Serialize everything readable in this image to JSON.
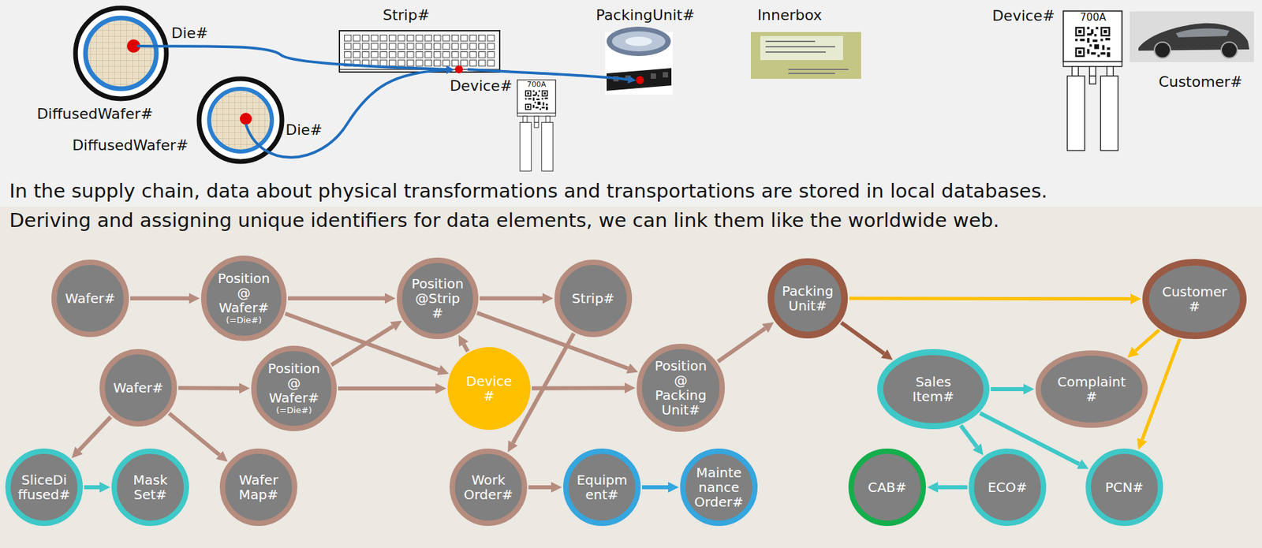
{
  "diagram": {
    "nodes": [
      {
        "text": [
          "Wafer#"
        ]
      },
      {
        "text": [
          "Position @ Wafer#",
          "(=Die#)"
        ]
      },
      {
        "text": [
          "Position @Strip #"
        ]
      },
      {
        "text": [
          "Strip#"
        ]
      },
      {
        "text": [
          "Packing Unit#"
        ]
      },
      {
        "text": [
          "Customer #"
        ]
      },
      {
        "text": [
          "Wafer#"
        ]
      },
      {
        "text": [
          "Position @ Wafer#",
          "(=Die#)"
        ]
      },
      {
        "text": [
          "Device #"
        ]
      },
      {
        "text": [
          "Position @ Packing Unit#"
        ]
      },
      {
        "text": [
          "Sales Item#"
        ]
      },
      {
        "text": [
          "Complaint #"
        ]
      },
      {
        "text": [
          "SliceDi ffused#"
        ]
      },
      {
        "text": [
          "Mask Set#"
        ]
      },
      {
        "text": [
          "Wafer Map#"
        ]
      },
      {
        "text": [
          "Work Order#"
        ]
      },
      {
        "text": [
          "Equipm ent#"
        ]
      },
      {
        "text": [
          "Mainte nance Order#"
        ]
      },
      {
        "text": [
          "CAB#"
        ]
      },
      {
        "text": [
          "ECO#"
        ]
      },
      {
        "text": [
          "PCN#"
        ]
      }
    ],
    "edges": [
      {
        "from": 0,
        "to": 1,
        "arrow": "to"
      },
      {
        "from": 1,
        "to": 2,
        "arrow": "to"
      },
      {
        "from": 1,
        "to": 8,
        "arrow": "to"
      },
      {
        "from": 2,
        "to": 3,
        "arrow": "to"
      },
      {
        "from": 2,
        "to": 9,
        "arrow": "to"
      },
      {
        "from": 6,
        "to": 7,
        "arrow": "to"
      },
      {
        "from": 6,
        "to": 12,
        "arrow": "to"
      },
      {
        "from": 6,
        "to": 14,
        "arrow": "to"
      },
      {
        "from": 7,
        "to": 2,
        "arrow": "to"
      },
      {
        "from": 7,
        "to": 8,
        "arrow": "to"
      },
      {
        "from": 8,
        "to": 2,
        "arrow": "to"
      },
      {
        "from": 8,
        "to": 9,
        "arrow": "to"
      },
      {
        "from": 3,
        "to": 15,
        "arrow": "to"
      },
      {
        "from": 9,
        "to": 4,
        "arrow": "to"
      },
      {
        "from": 15,
        "to": 16,
        "arrow": "to"
      },
      {
        "from": 16,
        "to": 17,
        "arrow": "to"
      },
      {
        "from": 12,
        "to": 13,
        "arrow": "to"
      },
      {
        "from": 4,
        "to": 5,
        "arrow": "to"
      },
      {
        "from": 4,
        "to": 10,
        "arrow": "to"
      },
      {
        "from": 5,
        "to": 11,
        "arrow": "to"
      },
      {
        "from": 5,
        "to": 20,
        "arrow": "to"
      },
      {
        "from": 10,
        "to": 11,
        "arrow": "to"
      },
      {
        "from": 10,
        "to": 19,
        "arrow": "to"
      },
      {
        "from": 10,
        "to": 20,
        "arrow": "to"
      },
      {
        "from": 19,
        "to": 18,
        "arrow": "to"
      }
    ],
    "labels": [
      "Die#",
      "DiffusedWafer#",
      "Strip#",
      "PackingUnit#",
      "Innerbox",
      "Device#",
      "Die#",
      "Device#",
      "DiffusedWafer#",
      "Customer#",
      "700A",
      "700A",
      "In the supply chain, data about physical transformations and transportations are stored in local databases.",
      "Deriving and assigning unique identifiers for data elements, we can link them like the worldwide web."
    ]
  }
}
